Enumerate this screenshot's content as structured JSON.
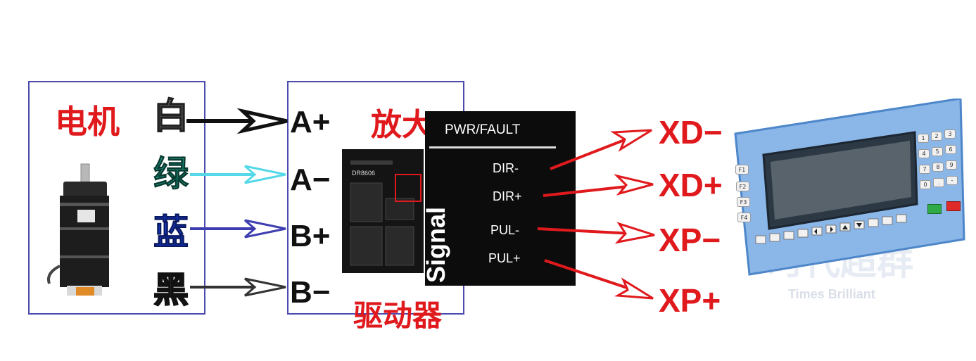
{
  "motor": {
    "title": "电机",
    "wires": [
      {
        "label": "白",
        "color": "#f4f4f4"
      },
      {
        "label": "绿",
        "color": "#1c9a85"
      },
      {
        "label": "蓝",
        "color": "#1a3fe0"
      },
      {
        "label": "黑",
        "color": "#6a6a6a"
      }
    ]
  },
  "driver": {
    "pins": [
      "A+",
      "A−",
      "B+",
      "B−"
    ],
    "zoom_label": "放大",
    "caption": "驱动器",
    "model_label": "DR8606",
    "signal_panel": {
      "header": "PWR/FAULT",
      "vertical_label": "Signal",
      "terminals": [
        "DIR-",
        "DIR+",
        "PUL-",
        "PUL+"
      ]
    }
  },
  "controller": {
    "pins": [
      "XD−",
      "XD+",
      "XP−",
      "XP+"
    ],
    "function_keys": [
      "F1",
      "F2",
      "F3",
      "F4"
    ],
    "keypad": [
      "1",
      "2",
      "3",
      "4",
      "5",
      "6",
      "7",
      "8",
      "9",
      "0",
      ".",
      "-"
    ],
    "watermark": "时代超群",
    "watermark_en": "Times Brilliant"
  },
  "colors": {
    "box_border": "#4a4ab0",
    "red": "#e0191d",
    "arrow_white_wire": "#111111",
    "arrow_green_wire": "#55d8e8",
    "arrow_blue_wire": "#3e3eb0",
    "arrow_black_wire": "#333333"
  }
}
